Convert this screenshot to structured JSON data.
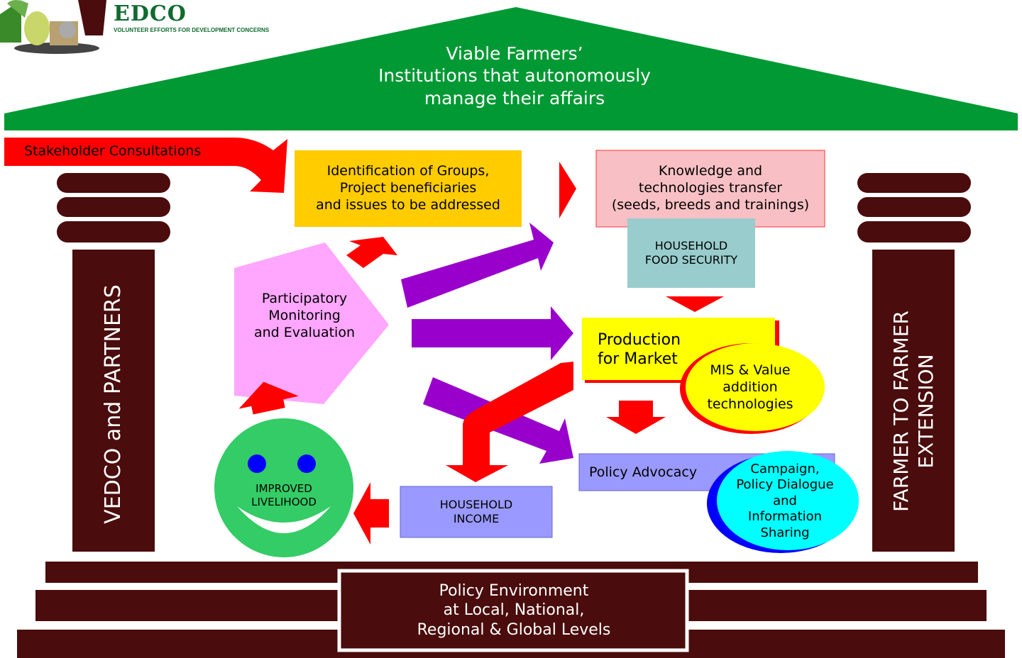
{
  "logo": {
    "name": "EDCO",
    "tagline": "VOLUNTEER EFFORTS FOR DEVELOPMENT CONCERNS"
  },
  "roof": {
    "text": "Viable Farmers’\nInstitutions that autonomously\nmanage their affairs"
  },
  "stakeholder": {
    "text": "Stakeholder Consultations"
  },
  "pillars": {
    "left": "VEDCO and PARTNERS",
    "right": "FARMER TO FARMER\nEXTENSION"
  },
  "boxes": {
    "identification": "Identification of Groups,\nProject beneficiaries\nand issues to be addressed",
    "knowledge": "Knowledge and\ntechnologies transfer\n(seeds, breeds and trainings)",
    "food_security": "HOUSEHOLD\nFOOD SECURITY",
    "production": "Production\nfor Market",
    "mis": "MIS & Value\naddition\ntechnologies",
    "policy_advocacy": "Policy Advocacy",
    "campaign": "Campaign,\nPolicy Dialogue\nand\nInformation\nSharing",
    "household_income": "HOUSEHOLD\nINCOME",
    "pme": "Participatory\nMonitoring\nand Evaluation",
    "livelihood": "IMPROVED\nLIVELIHOOD"
  },
  "foundation": {
    "text": "Policy Environment\nat Local, National,\nRegional & Global Levels"
  },
  "colors": {
    "roof": "#009933",
    "pillar": "#4a0c0c",
    "red_arrow": "#ff0000",
    "purple_arrow": "#9900cc",
    "identification_box": "#ffcc00",
    "knowledge_box": "#f8c0c4",
    "food_security_box": "#99cccc",
    "production_box": "#ffff00",
    "policy_box": "#9999ff",
    "pme_box": "#ffa6ff",
    "smiley": "#33cc66",
    "campaign_ellipse": "#00ffff",
    "mis_ellipse": "#ffff00"
  }
}
